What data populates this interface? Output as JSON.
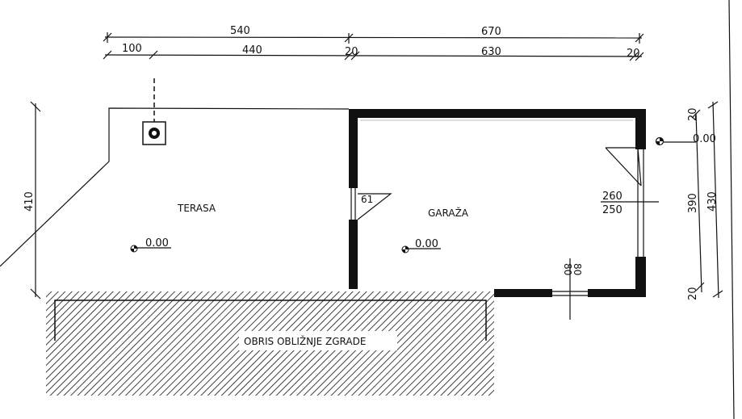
{
  "dimensions": {
    "top_row1": [
      "540",
      "670"
    ],
    "top_row2": [
      "100",
      "440",
      "20",
      "630",
      "20"
    ],
    "left": "410",
    "right_inner": [
      "20",
      "390",
      "20"
    ],
    "right_outer": "430",
    "window_garage": {
      "top": "260",
      "bottom": "250"
    },
    "door_garage_bottom": {
      "left": "80",
      "right": "80"
    },
    "door_side": "61"
  },
  "rooms": {
    "terasa": {
      "label": "TERASA",
      "level": "0.00"
    },
    "garaza": {
      "label": "GARAŽA",
      "level": "0.00"
    },
    "outside_level": "0.00"
  },
  "neighbor": {
    "label": "OBRIS OBLIŽNJE ZGRADE"
  },
  "colors": {
    "line": "#111111",
    "background": "#ffffff"
  }
}
